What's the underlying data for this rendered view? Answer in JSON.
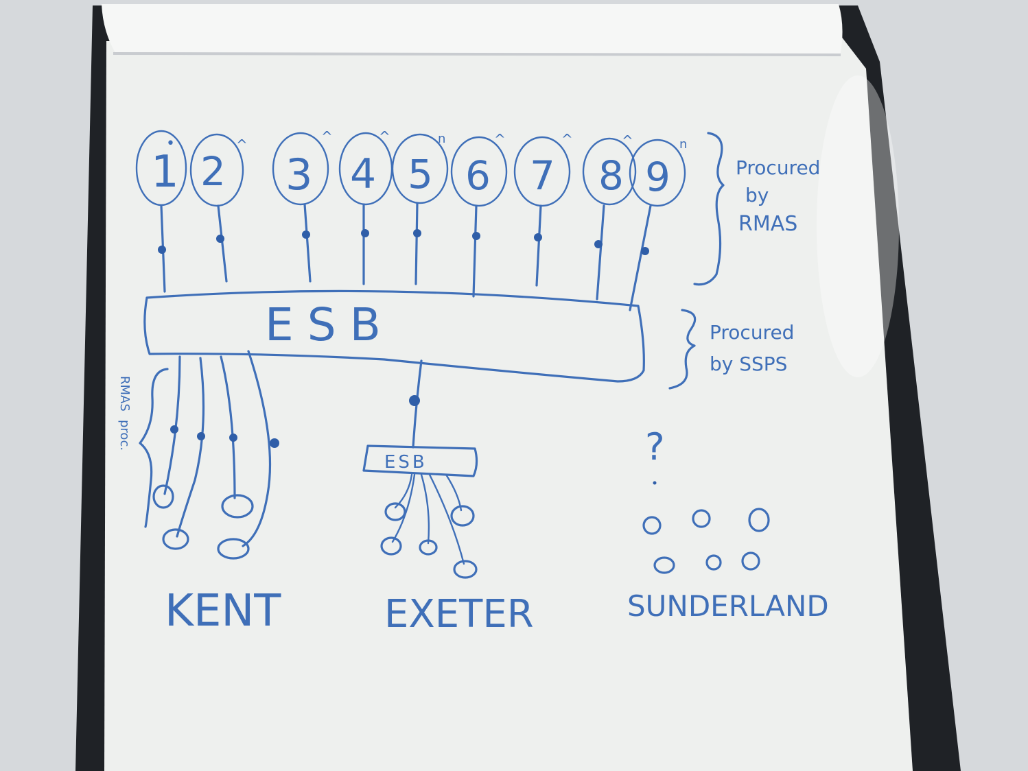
{
  "diagram": {
    "services": [
      {
        "label": "1",
        "marker": "•"
      },
      {
        "label": "2",
        "marker": "^"
      },
      {
        "label": "3",
        "marker": "^"
      },
      {
        "label": "4",
        "marker": "^"
      },
      {
        "label": "5",
        "marker": "n"
      },
      {
        "label": "6",
        "marker": "^"
      },
      {
        "label": "7",
        "marker": "^"
      },
      {
        "label": "8",
        "marker": "^"
      },
      {
        "label": "9",
        "marker": "n"
      }
    ],
    "bus_label": "ESB",
    "sub_bus_label": "ESB",
    "brace_top_lines": [
      "Procured",
      "by",
      "RMAS"
    ],
    "brace_mid_lines": [
      "Procured",
      "by SSPS"
    ],
    "brace_left_lines": [
      "RMAS",
      "proc."
    ],
    "sites": {
      "kent": "KENT",
      "exeter": "EXETER",
      "sunderland": "SUNDERLAND",
      "sunderland_question": "?"
    }
  }
}
